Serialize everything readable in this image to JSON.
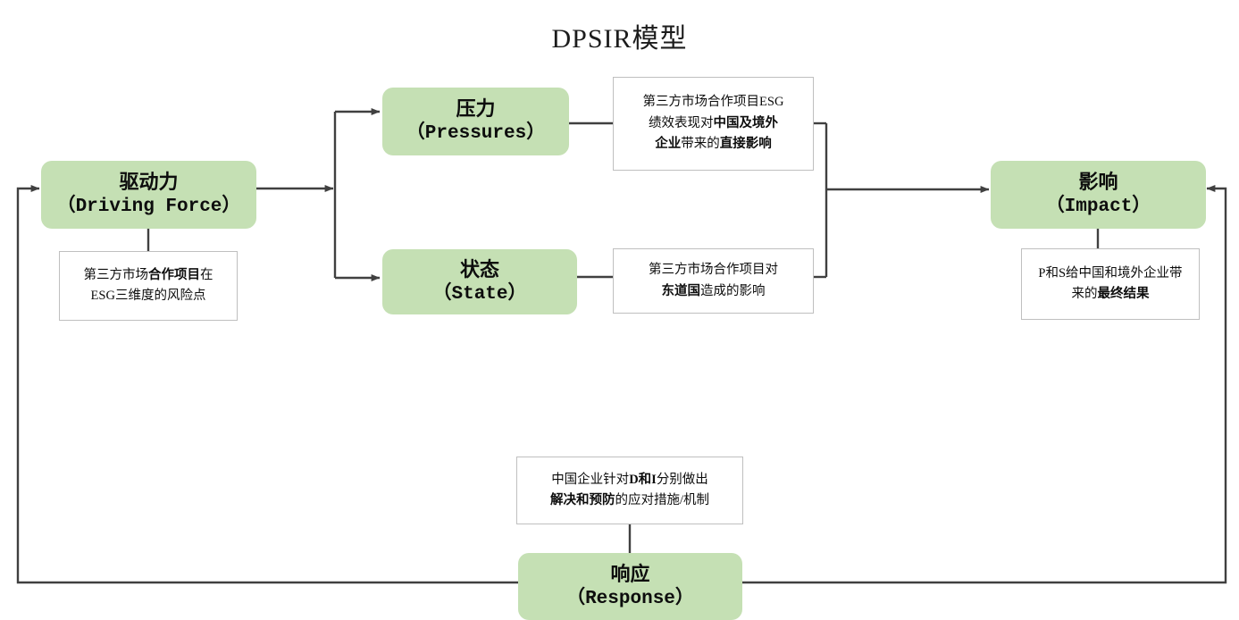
{
  "title": "DPSIR模型",
  "theme": {
    "node_fill": "#c5e0b4",
    "note_border": "#bfbfbf",
    "line_color": "#404040",
    "text_color": "#0d0d0d",
    "background": "#ffffff"
  },
  "nodes": {
    "driving_force": {
      "cn": "驱动力",
      "en": "（Driving Force）"
    },
    "pressures": {
      "cn": "压力",
      "en": "（Pressures）"
    },
    "state": {
      "cn": "状态",
      "en": "（State）"
    },
    "impact": {
      "cn": "影响",
      "en": "（Impact）"
    },
    "response": {
      "cn": "响应",
      "en": "（Response）"
    }
  },
  "notes": {
    "driving_force_note": {
      "lines": [
        [
          {
            "t": "第三方市场",
            "b": false
          },
          {
            "t": "合作项目",
            "b": true
          },
          {
            "t": "在",
            "b": false
          }
        ],
        [
          {
            "t": "ESG三维度的风险点",
            "b": false
          }
        ]
      ]
    },
    "pressures_note": {
      "lines": [
        [
          {
            "t": "第三方市场合作项目ESG",
            "b": false
          }
        ],
        [
          {
            "t": "绩效表现对",
            "b": false
          },
          {
            "t": "中国及境外",
            "b": true
          }
        ],
        [
          {
            "t": "企业",
            "b": true
          },
          {
            "t": "带来的",
            "b": false
          },
          {
            "t": "直接影响",
            "b": true
          }
        ]
      ]
    },
    "state_note": {
      "lines": [
        [
          {
            "t": "第三方市场合作项目对",
            "b": false
          }
        ],
        [
          {
            "t": "东道国",
            "b": true
          },
          {
            "t": "造成的影响",
            "b": false
          }
        ]
      ]
    },
    "impact_note": {
      "lines": [
        [
          {
            "t": "P和S给中国和境外企业带",
            "b": false
          }
        ],
        [
          {
            "t": "来的",
            "b": false
          },
          {
            "t": "最终结果",
            "b": true
          }
        ]
      ]
    },
    "response_note": {
      "lines": [
        [
          {
            "t": "中国企业针对",
            "b": false
          },
          {
            "t": "D和I",
            "b": true
          },
          {
            "t": "分别做出",
            "b": false
          }
        ],
        [
          {
            "t": "解决和预防",
            "b": true
          },
          {
            "t": "的应对措施/机制",
            "b": false
          }
        ]
      ]
    }
  },
  "connections": [
    {
      "name": "driving-force-to-split",
      "from": "driving_force",
      "to": "split-junction",
      "arrow": true
    },
    {
      "name": "split-to-pressures",
      "from": "split-junction",
      "to": "pressures",
      "arrow": true
    },
    {
      "name": "split-to-state",
      "from": "split-junction",
      "to": "state",
      "arrow": true
    },
    {
      "name": "pressures-to-note",
      "from": "pressures",
      "to": "pressures_note",
      "arrow": false
    },
    {
      "name": "state-to-note",
      "from": "state",
      "to": "state_note",
      "arrow": false
    },
    {
      "name": "notes-merge-to-impact",
      "from": "merge-junction",
      "to": "impact",
      "arrow": true
    },
    {
      "name": "driving-force-to-note",
      "from": "driving_force",
      "to": "driving_force_note",
      "arrow": false
    },
    {
      "name": "impact-to-note",
      "from": "impact",
      "to": "impact_note",
      "arrow": false
    },
    {
      "name": "response-note-to-response",
      "from": "response_note",
      "to": "response",
      "arrow": false
    },
    {
      "name": "response-loop-left-to-driving-force",
      "from": "response",
      "to": "driving_force",
      "arrow": true
    },
    {
      "name": "response-loop-right-to-impact",
      "from": "response",
      "to": "impact",
      "arrow": true
    }
  ]
}
